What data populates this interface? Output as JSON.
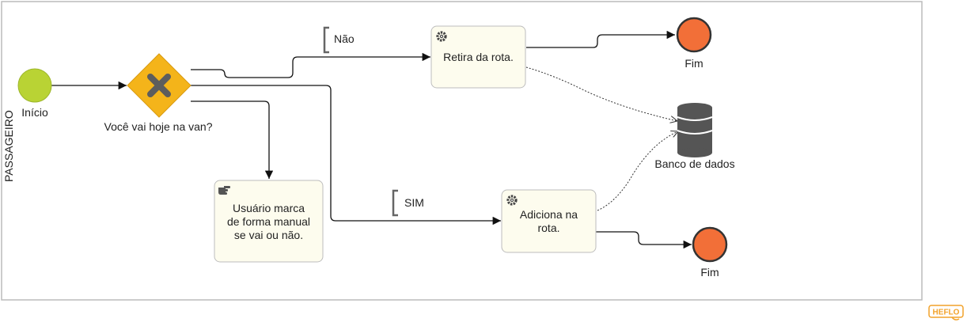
{
  "pool": {
    "lane_label": "PASSAGEIRO"
  },
  "events": {
    "start": {
      "label": "Início",
      "color": "#b9d334"
    },
    "end_top": {
      "label": "Fim",
      "color": "#f26f38"
    },
    "end_bottom": {
      "label": "Fim",
      "color": "#f26f38"
    }
  },
  "gateway": {
    "label": "Você vai hoje na van?",
    "color": "#f4b41a"
  },
  "tasks": {
    "retira": {
      "text": "Retira da rota.",
      "icon": "gear-icon"
    },
    "adiciona": {
      "text": "Adiciona na\nrota.",
      "icon": "gear-icon"
    },
    "manual": {
      "text": "Usuário marca\nde forma manual\nse vai ou não.",
      "icon": "hand-pointer-icon"
    }
  },
  "annotations": {
    "nao": "Não",
    "sim": "SIM"
  },
  "datastore": {
    "label": "Banco de dados",
    "color": "#555555"
  },
  "logo": {
    "text": "HEFLO",
    "color": "#f2a22a"
  }
}
